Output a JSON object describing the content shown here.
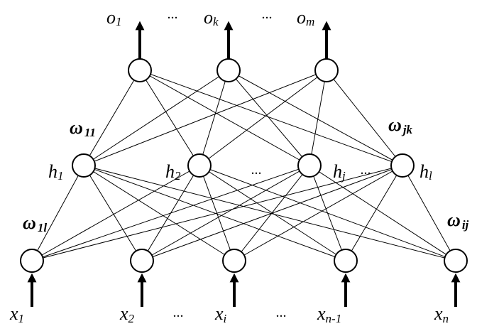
{
  "diagram": {
    "outputs": [
      {
        "base": "o",
        "sub": "1"
      },
      {
        "base": "o",
        "sub": "k"
      },
      {
        "base": "o",
        "sub": "m"
      }
    ],
    "hidden": [
      {
        "base": "h",
        "sub": "1"
      },
      {
        "base": "h",
        "sub": "2"
      },
      {
        "base": "h",
        "sub": "j"
      },
      {
        "base": "h",
        "sub": "l"
      }
    ],
    "inputs": [
      {
        "base": "x",
        "sub": "1"
      },
      {
        "base": "x",
        "sub": "2"
      },
      {
        "base": "x",
        "sub": "i"
      },
      {
        "base": "x",
        "sub": "n-1"
      },
      {
        "base": "x",
        "sub": "n"
      }
    ],
    "ellipsis": "...",
    "weights": {
      "hidden_output_first": {
        "base": "ω",
        "sub": "11"
      },
      "hidden_output_last": {
        "base": "ω",
        "sub": "jk"
      },
      "input_hidden_first": {
        "base": "ω",
        "sub": "1l"
      },
      "input_hidden_last": {
        "base": "ω",
        "sub": "ij"
      }
    }
  }
}
